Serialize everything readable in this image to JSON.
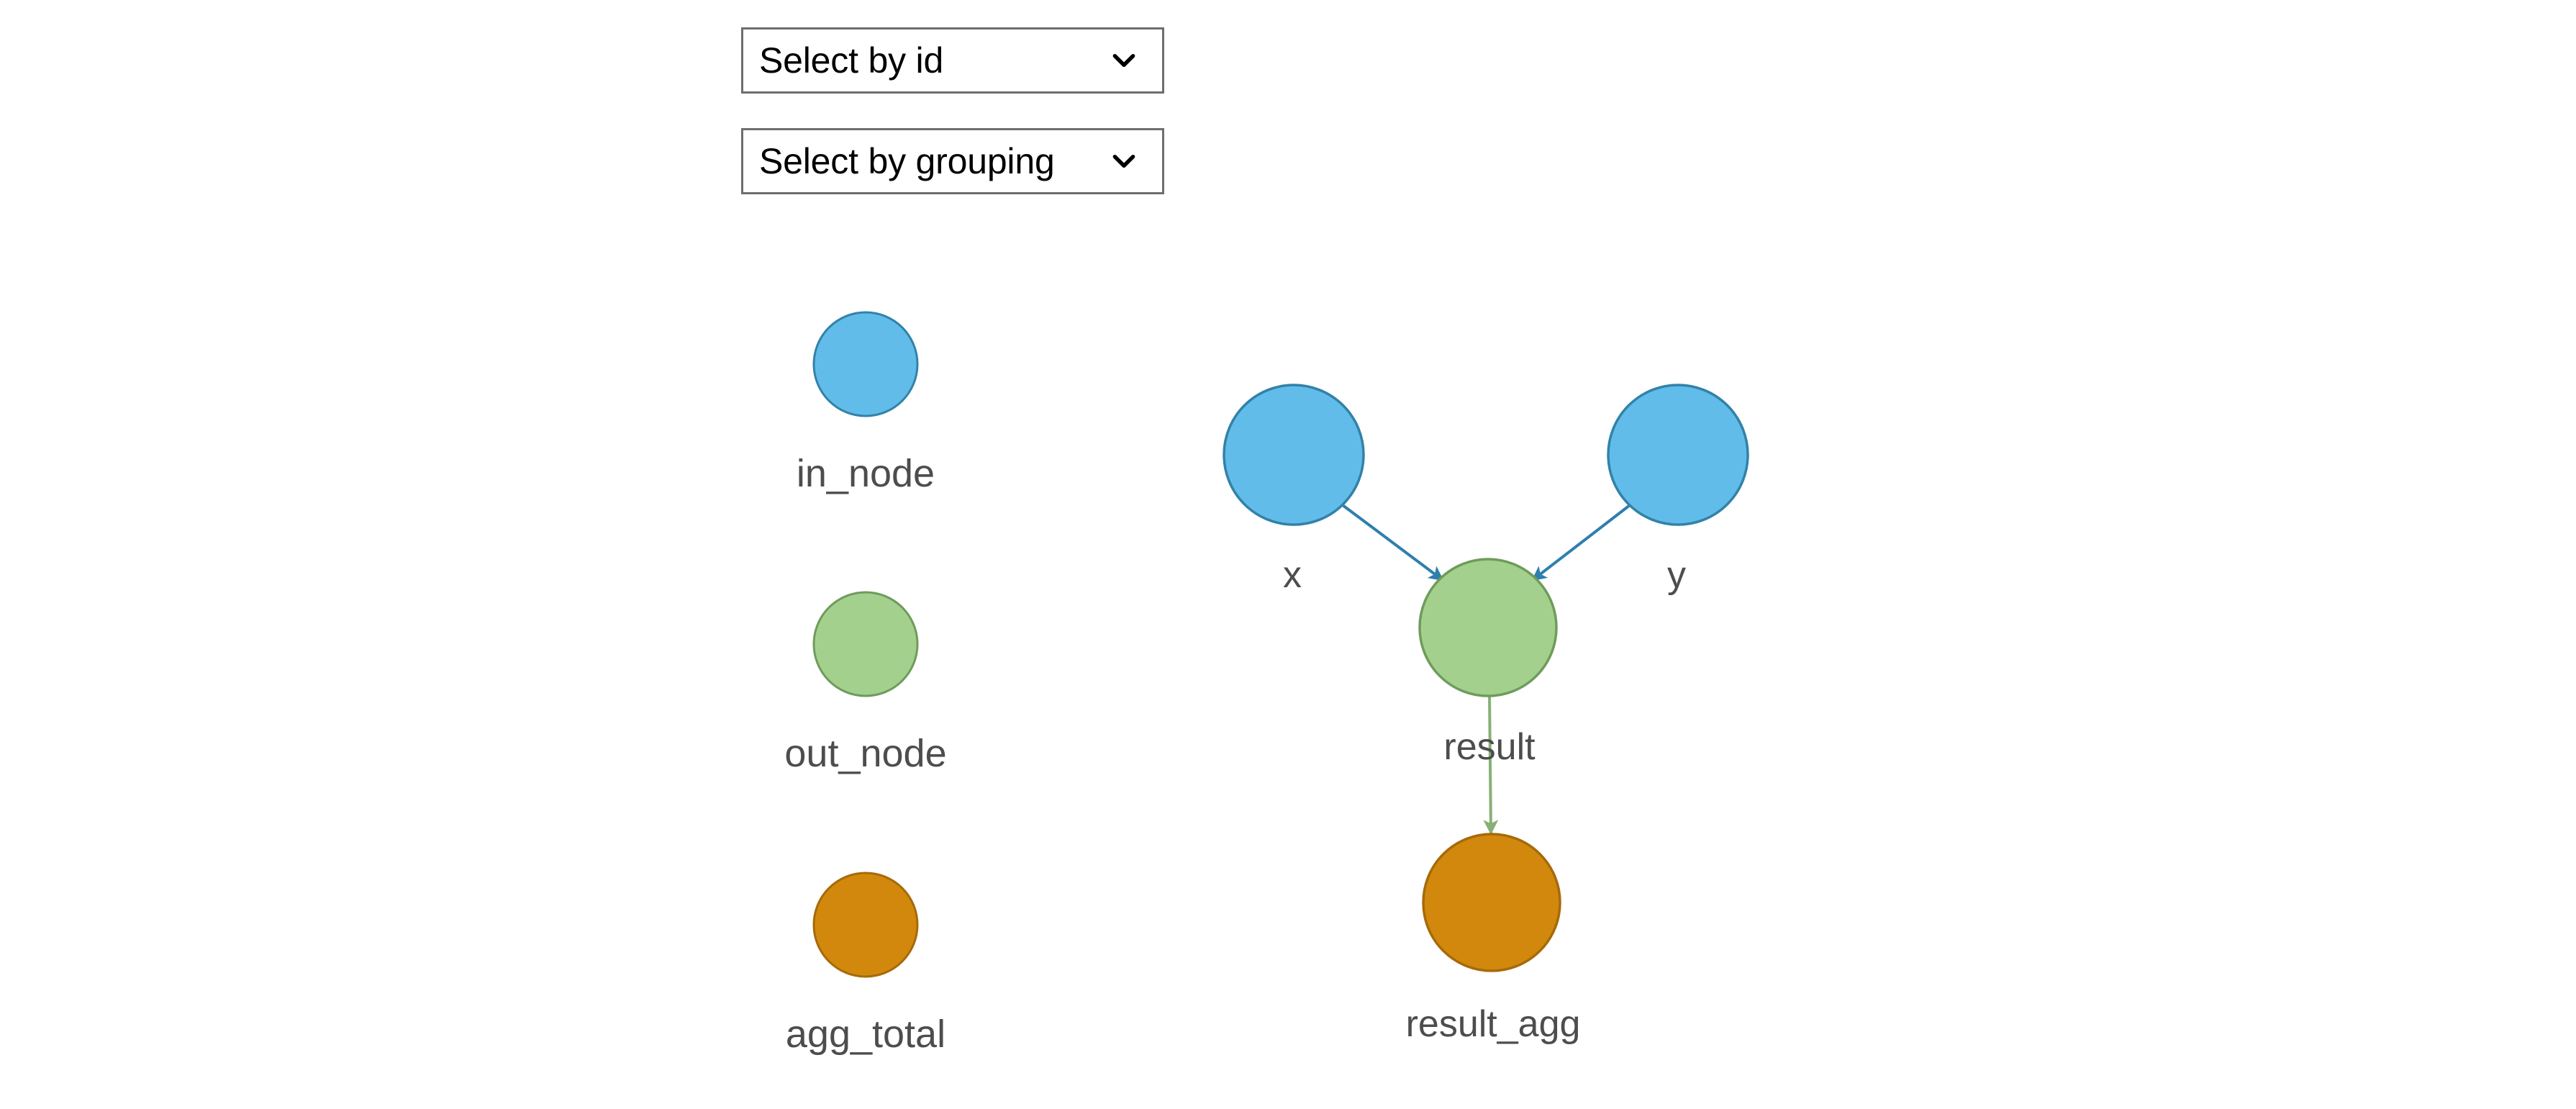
{
  "controls": {
    "select_id": {
      "label": "Select by id",
      "icon": "chevron-down-icon"
    },
    "select_grouping": {
      "label": "Select by grouping",
      "icon": "chevron-down-icon"
    }
  },
  "legend": {
    "items": [
      {
        "label": "in_node",
        "fill": "#62bce9",
        "stroke": "#3282a8"
      },
      {
        "label": "out_node",
        "fill": "#a3d18d",
        "stroke": "#6f9b5c"
      },
      {
        "label": "agg_total",
        "fill": "#d2880d",
        "stroke": "#a66a09"
      }
    ]
  },
  "graph": {
    "nodes": [
      {
        "id": "x",
        "label": "x",
        "type": "in_node",
        "fill": "#62bce9",
        "stroke": "#3282a8"
      },
      {
        "id": "y",
        "label": "y",
        "type": "in_node",
        "fill": "#62bce9",
        "stroke": "#3282a8"
      },
      {
        "id": "result",
        "label": "",
        "type": "out_node",
        "fill": "#a3d18d",
        "stroke": "#6f9b5c"
      },
      {
        "id": "result_agg",
        "label": "result_agg",
        "type": "agg_total",
        "fill": "#d2880d",
        "stroke": "#a66a09"
      }
    ],
    "edges": [
      {
        "from": "x",
        "to": "result",
        "label": "",
        "color": "#2e7fae"
      },
      {
        "from": "y",
        "to": "result",
        "label": "",
        "color": "#2e7fae"
      },
      {
        "from": "result",
        "to": "result_agg",
        "label": "result",
        "color": "#87b075"
      }
    ]
  }
}
